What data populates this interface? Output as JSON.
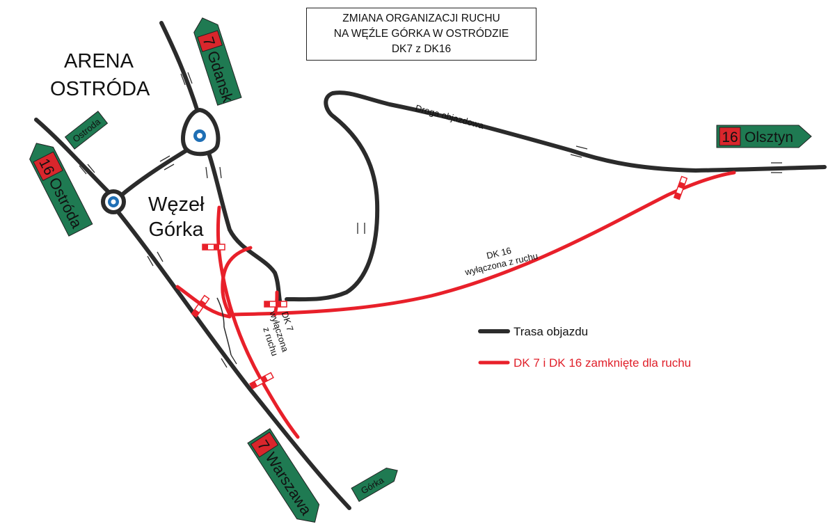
{
  "title": {
    "line1": "ZMIANA ORGANIZACJI RUCHU",
    "line2": "NA WĘŹLE GÓRKA W OSTRÓDZIE",
    "line3": "DK7 z DK16"
  },
  "place_labels": {
    "arena_line1": "ARENA",
    "arena_line2": "OSTRÓDA",
    "wezel_line1": "Węzeł",
    "wezel_line2": "Górka"
  },
  "road_labels": {
    "droga_objazdowa": "Droga objazdowa",
    "dk16_line1": "DK 16",
    "dk16_line2": "wyłączona z  ruchu",
    "dk7_line1": "DK 7",
    "dk7_line2": "wyłączona",
    "dk7_line3": "z  ruchu"
  },
  "signs": {
    "gdansk": {
      "number": "7",
      "name": "Gdansk"
    },
    "olsztyn": {
      "number": "16",
      "name": "Olsztyn"
    },
    "ostroda_16": {
      "number": "16",
      "name": "Ostróda"
    },
    "ostroda_small": {
      "name": "Ostroda"
    },
    "warszawa": {
      "number": "7",
      "name": "Warszawa"
    },
    "gorka_small": {
      "name": "Górka"
    }
  },
  "legend": {
    "detour_label": "Trasa objazdu",
    "closed_label": "DK 7 i DK 16 zamknięte dla ruchu"
  },
  "colors": {
    "detour_road": "#2b2b2b",
    "closed_road": "#e8202a",
    "sign_green": "#1f7a52",
    "route_number_red": "#d9262c",
    "roundabout_blue": "#1f6fb5",
    "closed_label_text": "#e0202a"
  },
  "icons": {
    "roundabout": "roundabout-icon",
    "barrier": "road-barrier-icon",
    "direction_arrow": "direction-arrow-icon"
  }
}
